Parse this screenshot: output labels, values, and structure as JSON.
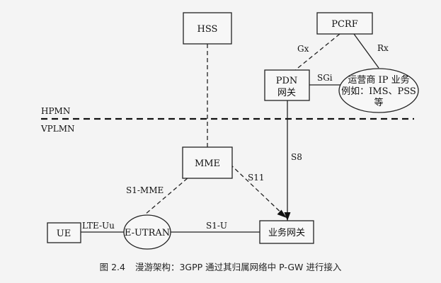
{
  "nodes": {
    "hss": "HSS",
    "pcrf": "PCRF",
    "pdn_gw": [
      "PDN",
      "网关"
    ],
    "ims": [
      "运营商 IP 业务",
      "例如：IMS、PSS",
      "等"
    ],
    "mme": "MME",
    "ue": "UE",
    "eutran": "E-UTRAN",
    "serving_gw": "业务网关"
  },
  "interfaces": {
    "gx": "Gx",
    "rx": "Rx",
    "sgi": "SGi",
    "s8": "S8",
    "s1_mme": "S1-MME",
    "s11": "S11",
    "lte_uu": "LTE-Uu",
    "s1_u": "S1-U"
  },
  "networks": {
    "hpmn": "HPMN",
    "vplmn": "VPLMN"
  },
  "caption": {
    "number": "图 2.4",
    "text": "漫游架构：3GPP 通过其归属网络中 P-GW 进行接入"
  }
}
